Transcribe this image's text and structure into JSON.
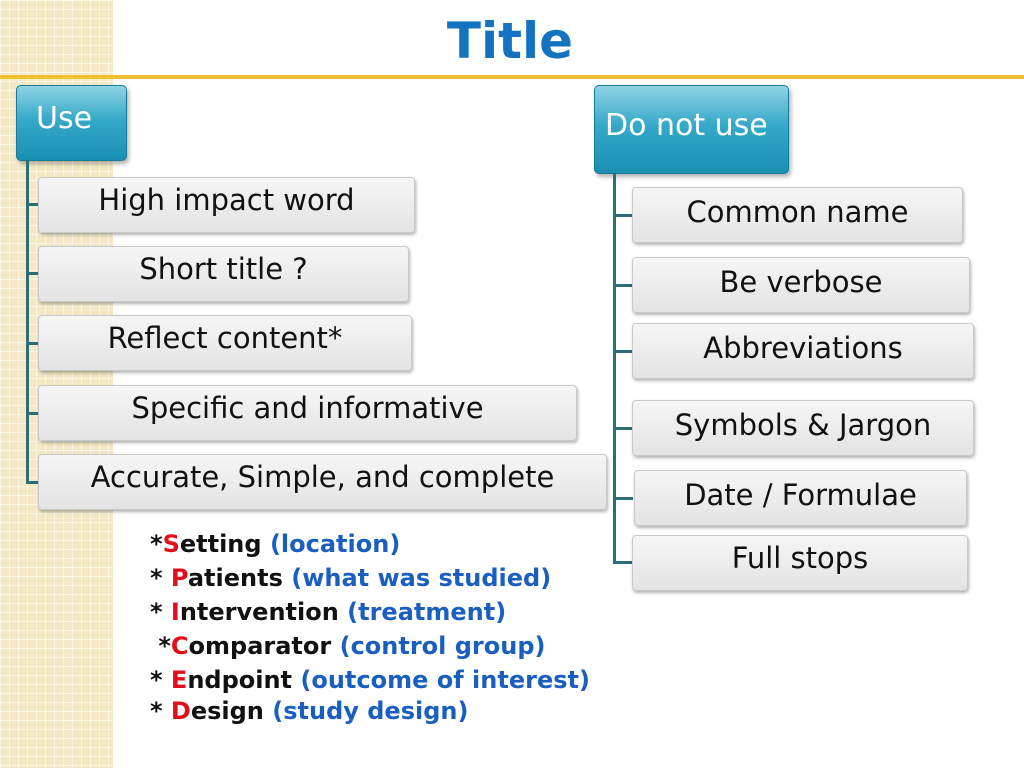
{
  "title": "Title",
  "use": {
    "header": "Use",
    "items": [
      "High impact word",
      "Short title ?",
      "Reflect content*",
      "Specific and  informative",
      "Accurate,  Simple, and complete"
    ]
  },
  "do_not_use": {
    "header": "Do not  use",
    "items": [
      "Common name",
      "Be verbose",
      "Abbreviations",
      "Symbols & Jargon",
      "Date / Formulae",
      "Full stops"
    ]
  },
  "pico": [
    {
      "prefix": "*",
      "letter": "S",
      "rest": "etting",
      "desc": "(location)"
    },
    {
      "prefix": "* ",
      "letter": "P",
      "rest": "atients",
      "desc": "(what was studied)"
    },
    {
      "prefix": "* ",
      "letter": "I",
      "rest": "ntervention",
      "desc": "(treatment)"
    },
    {
      "prefix": " *",
      "letter": "C",
      "rest": "omparator",
      "desc": "(control group)"
    },
    {
      "prefix": "* ",
      "letter": "E",
      "rest": "ndpoint",
      "desc": "(outcome of interest)"
    },
    {
      "prefix": "* ",
      "letter": "D",
      "rest": "esign",
      "desc": "(study design)"
    }
  ],
  "colors": {
    "title": "#1473c0",
    "rule": "#f2c12e",
    "header_fill": "#35a9c9",
    "connector": "#2a6f78",
    "highlight_letter": "#e0101a",
    "description": "#1a5fc0"
  }
}
